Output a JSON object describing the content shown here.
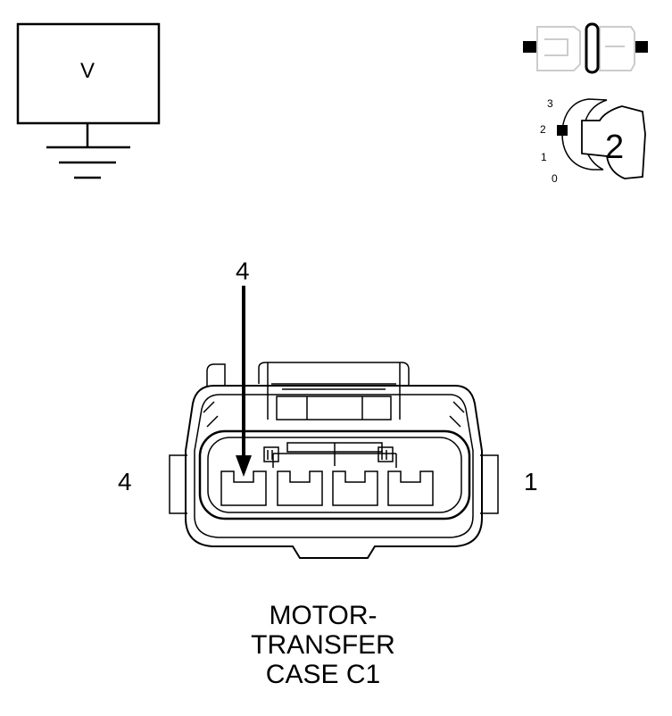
{
  "voltmeter": {
    "label": "V",
    "icon": "voltmeter-ground-icon"
  },
  "connector_disconnect": {
    "icon": "connector-disconnected-icon"
  },
  "ignition_key": {
    "icon": "ignition-key-icon",
    "positions": [
      "3",
      "2",
      "1",
      "0"
    ],
    "selected_position": "2"
  },
  "connector": {
    "icon": "four-pin-connector-face-icon",
    "probe_pin_label": "4",
    "left_pin_label": "4",
    "right_pin_label": "1",
    "name_lines": [
      "MOTOR-",
      "TRANSFER",
      "CASE C1"
    ]
  }
}
